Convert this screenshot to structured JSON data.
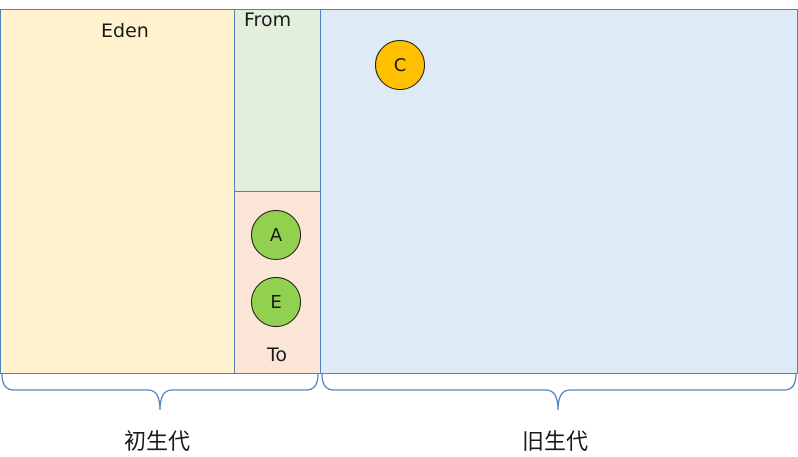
{
  "regions": {
    "eden": {
      "label": "Eden"
    },
    "from": {
      "label": "From"
    },
    "to": {
      "label": "To"
    },
    "old": {
      "label": ""
    }
  },
  "objects": [
    {
      "label": "A",
      "region": "to",
      "color": "#92d050"
    },
    {
      "label": "E",
      "region": "to",
      "color": "#92d050"
    },
    {
      "label": "C",
      "region": "old",
      "color": "#ffc000"
    }
  ],
  "generations": {
    "young": "初生代",
    "old": "旧生代"
  },
  "colors": {
    "eden_fill": "#fff2cc",
    "from_fill": "#e2efda",
    "to_fill": "#fbe5d6",
    "old_fill": "#deebf7",
    "border": "#4f81bd"
  }
}
